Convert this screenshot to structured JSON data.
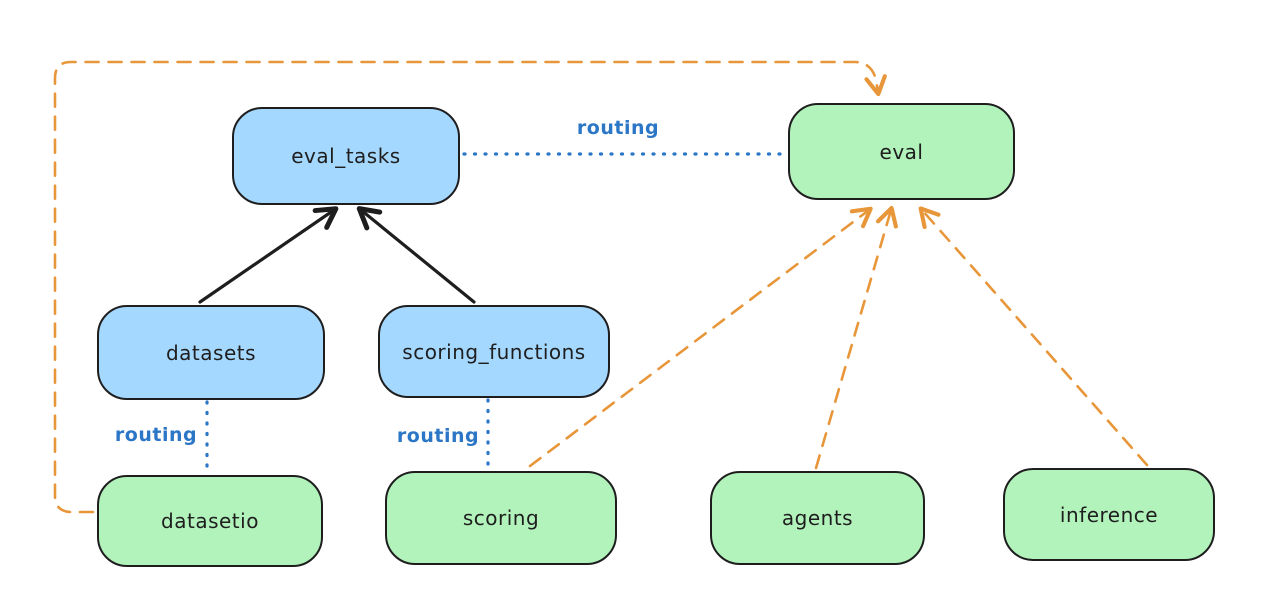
{
  "diagram": {
    "title": "",
    "colors": {
      "background": "#ffffff",
      "blue_node_fill": "#a5d8ff",
      "green_node_fill": "#b2f2bb",
      "node_stroke": "#1e1e1e",
      "black_arrow": "#1e1e1e",
      "orange_arrow": "#e8963a",
      "routing_line": "#2b76c6",
      "routing_text": "#2b76c6"
    },
    "nodes": [
      {
        "id": "eval_tasks",
        "label": "eval_tasks",
        "fill": "blue"
      },
      {
        "id": "eval",
        "label": "eval",
        "fill": "green"
      },
      {
        "id": "datasets",
        "label": "datasets",
        "fill": "blue"
      },
      {
        "id": "scoring_functions",
        "label": "scoring_functions",
        "fill": "blue"
      },
      {
        "id": "datasetio",
        "label": "datasetio",
        "fill": "green"
      },
      {
        "id": "scoring",
        "label": "scoring",
        "fill": "green"
      },
      {
        "id": "agents",
        "label": "agents",
        "fill": "green"
      },
      {
        "id": "inference",
        "label": "inference",
        "fill": "green"
      }
    ],
    "edges": [
      {
        "from": "datasets",
        "to": "eval_tasks",
        "style": "solid-black-arrow",
        "label": ""
      },
      {
        "from": "scoring_functions",
        "to": "eval_tasks",
        "style": "solid-black-arrow",
        "label": ""
      },
      {
        "from": "eval_tasks",
        "to": "eval",
        "style": "dotted-blue",
        "label": "routing"
      },
      {
        "from": "datasets",
        "to": "datasetio",
        "style": "dotted-blue",
        "label": "routing"
      },
      {
        "from": "scoring_functions",
        "to": "scoring",
        "style": "dotted-blue",
        "label": "routing"
      },
      {
        "from": "datasetio",
        "to": "eval",
        "style": "dashed-orange-arrow",
        "label": ""
      },
      {
        "from": "scoring",
        "to": "eval",
        "style": "dashed-orange-arrow",
        "label": ""
      },
      {
        "from": "agents",
        "to": "eval",
        "style": "dashed-orange-arrow",
        "label": ""
      },
      {
        "from": "inference",
        "to": "eval",
        "style": "dashed-orange-arrow",
        "label": ""
      }
    ],
    "routing_labels": [
      "routing",
      "routing",
      "routing"
    ]
  }
}
